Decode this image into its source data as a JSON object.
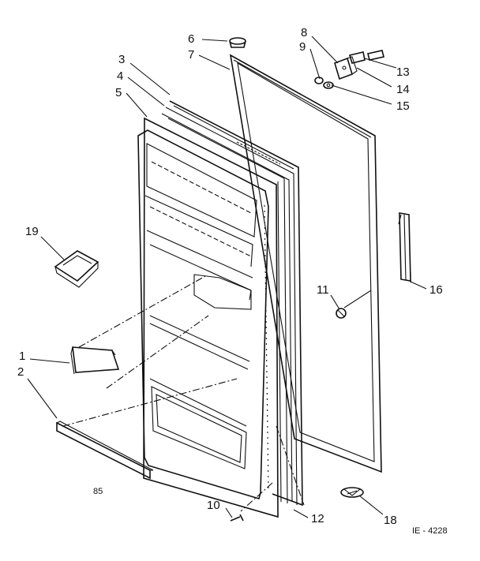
{
  "callouts": {
    "c1": "1",
    "c2": "2",
    "c3": "3",
    "c4": "4",
    "c5": "5",
    "c6": "6",
    "c7": "7",
    "c8": "8",
    "c9": "9",
    "c10": "10",
    "c11": "11",
    "c12": "12",
    "c13": "13",
    "c14": "14",
    "c15": "15",
    "c16": "16",
    "c18": "18",
    "c19": "19"
  },
  "page_code": "85",
  "drawing_id": "IE - 4228"
}
